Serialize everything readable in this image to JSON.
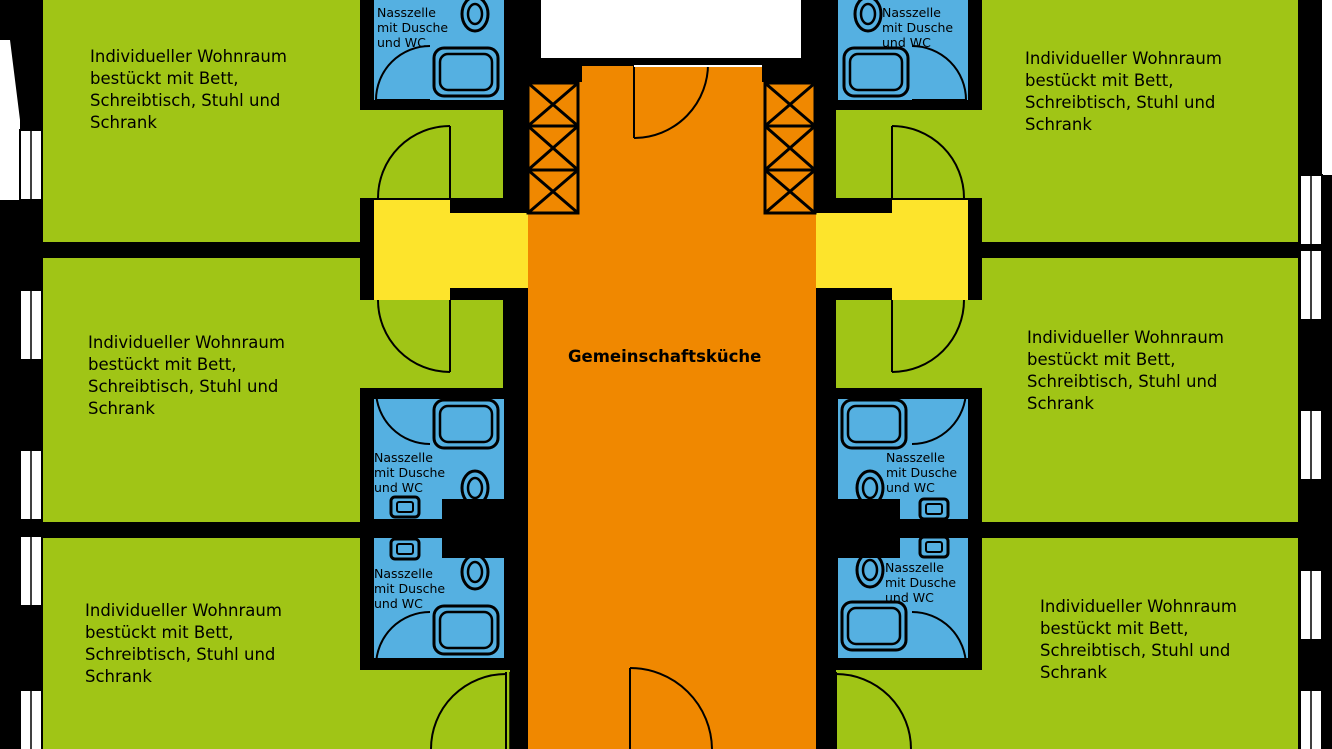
{
  "plan": {
    "rooms": [
      {
        "id": "room-top-left",
        "lines": [
          "Individueller Wohnraum",
          "bestückt mit Bett,",
          "Schreibtisch, Stuhl und",
          "Schrank"
        ]
      },
      {
        "id": "room-middle-left",
        "lines": [
          "Individueller Wohnraum",
          "bestückt mit Bett,",
          "Schreibtisch, Stuhl und",
          "Schrank"
        ]
      },
      {
        "id": "room-bottom-left",
        "lines": [
          "Individueller Wohnraum",
          "bestückt mit Bett,",
          "Schreibtisch, Stuhl und",
          "Schrank"
        ]
      },
      {
        "id": "room-top-right",
        "lines": [
          "Individueller Wohnraum",
          "bestückt mit Bett,",
          "Schreibtisch, Stuhl und",
          "Schrank"
        ]
      },
      {
        "id": "room-middle-right",
        "lines": [
          "Individueller Wohnraum",
          "bestückt mit Bett,",
          "Schreibtisch, Stuhl und",
          "Schrank"
        ]
      },
      {
        "id": "room-bottom-right",
        "lines": [
          "Individueller Wohnraum",
          "bestückt mit Bett,",
          "Schreibtisch, Stuhl und",
          "Schrank"
        ]
      }
    ],
    "bathrooms": [
      {
        "id": "bath-top-left",
        "lines": [
          "Nasszelle",
          "mit Dusche",
          "und WC"
        ]
      },
      {
        "id": "bath-upper-left",
        "lines": [
          "Nasszelle",
          "mit Dusche",
          "und WC"
        ]
      },
      {
        "id": "bath-lower-left",
        "lines": [
          "Nasszelle",
          "mit Dusche",
          "und WC"
        ]
      },
      {
        "id": "bath-top-right",
        "lines": [
          "Nasszelle",
          "mit Dusche",
          "und WC"
        ]
      },
      {
        "id": "bath-upper-right",
        "lines": [
          "Nasszelle",
          "mit Dusche",
          "und WC"
        ]
      },
      {
        "id": "bath-lower-right",
        "lines": [
          "Nasszelle",
          "mit Dusche",
          "und WC"
        ]
      }
    ],
    "kitchen": {
      "label": "Gemeinschaftsküche"
    },
    "colors": {
      "room": "#a0c516",
      "bathroom": "#55b0e1",
      "kitchen": "#f08800",
      "hallway": "#fde42c",
      "wall": "#000000"
    }
  }
}
